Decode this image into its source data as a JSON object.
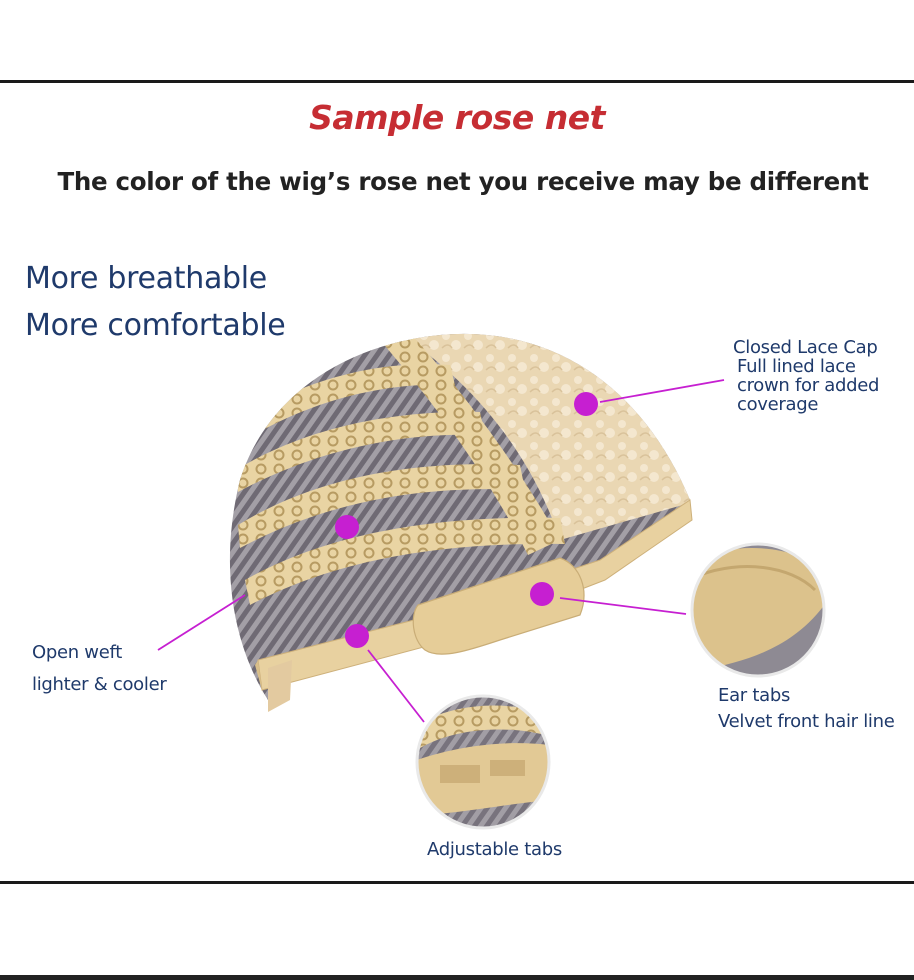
{
  "header": {
    "title": "Sample rose net",
    "subtitle": "The color of the wig’s rose net you receive may be different"
  },
  "features": {
    "line1": "More breathable",
    "line2": "More comfortable"
  },
  "callouts": {
    "closed_lace": {
      "title": "Closed Lace Cap",
      "line1": "Full lined lace",
      "line2": "crown for added",
      "line3": "coverage"
    },
    "open_weft": {
      "line1": "Open weft",
      "line2": "lighter & cooler"
    },
    "ear_tabs": {
      "line1": "Ear tabs",
      "line2": "Velvet front hair line"
    },
    "adjustable": {
      "label": "Adjustable tabs"
    }
  },
  "colors": {
    "title_red": "#c62d33",
    "label_blue": "#1f3a6b",
    "marker_magenta": "#c61fd1",
    "lace_beige": "#e8d3a6",
    "weft_gray": "#8c8790"
  }
}
